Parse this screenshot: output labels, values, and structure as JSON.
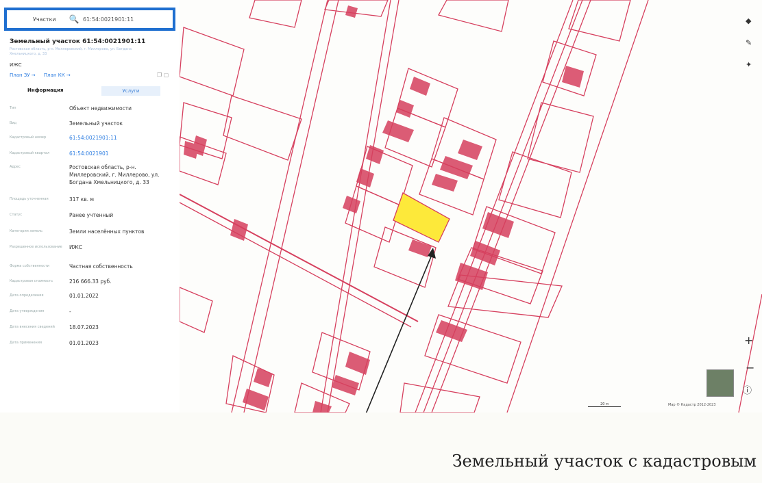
{
  "search": {
    "category": "Участки",
    "value": "61:54:0021901:11",
    "icon": "search-icon"
  },
  "panel": {
    "title": "Земельный участок 61:54:0021901:11",
    "subtitle": "Ростовская область, р-н. Миллеровский, г. Миллерово, ул. Богдана Хмельницкого, д. 33",
    "type_short": "ИЖС",
    "links": [
      "План ЗУ →",
      "План КК →"
    ],
    "tabs": {
      "info": "Информация",
      "services": "Услуги"
    },
    "rows": [
      {
        "label": "Тип",
        "value": "Объект недвижимости"
      },
      {
        "label": "Вид",
        "value": "Земельный участок"
      },
      {
        "label": "Кадастровый номер",
        "value": "61:54:0021901:11",
        "link": true
      },
      {
        "label": "Кадастровый квартал",
        "value": "61:54:0021901",
        "link": true
      },
      {
        "label": "Адрес",
        "value": "Ростовская область, р-н. Миллеровский, г. Миллерово, ул. Богдана Хмельницкого, д. 33"
      },
      {
        "label": "Площадь уточненная",
        "value": "317 кв. м"
      },
      {
        "label": "Статус",
        "value": "Ранее учтенный"
      },
      {
        "label": "Категория земель",
        "value": "Земли населённых пунктов"
      },
      {
        "label": "Разрешенное использование",
        "value": "ИЖС"
      },
      {
        "label": "Форма собственности",
        "value": "Частная собственность"
      },
      {
        "label": "Кадастровая стоимость",
        "value": "216 666.33 руб."
      },
      {
        "label": "Дата определения",
        "value": "01.01.2022"
      },
      {
        "label": "Дата утверждения",
        "value": "-"
      },
      {
        "label": "Дата внесения сведений",
        "value": "18.07.2023"
      },
      {
        "label": "Дата применения",
        "value": "01.01.2023"
      }
    ]
  },
  "map": {
    "scale_label": "20 м",
    "copyright": "Map © Кадастр 2012-2023",
    "controls": [
      "layers-icon",
      "pencil-icon",
      "compass-icon",
      "zoom-in-icon",
      "zoom-out-icon",
      "info-icon"
    ],
    "parcel_color": "#d6405e",
    "highlight_color": "#fde93a"
  },
  "caption": "Земельный участок с кадастровым"
}
